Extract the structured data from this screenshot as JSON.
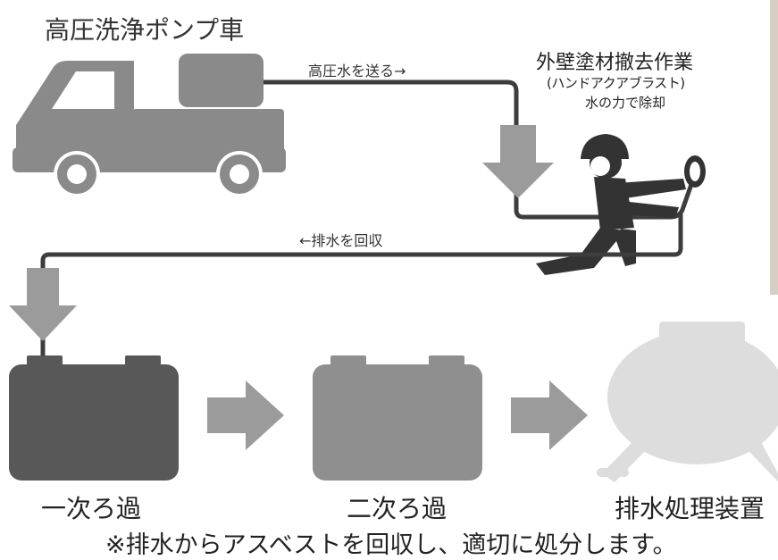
{
  "title": "高圧洗浄ポンプ車",
  "pipe_out_label": "高圧水を送る→",
  "worker": {
    "title": "外壁塗材撤去作業",
    "subtitle": "(ハンドアクアブラスト)",
    "note": "水の力で除却"
  },
  "pipe_back_label": "←排水を回収",
  "stages": [
    {
      "label": "一次ろ過"
    },
    {
      "label": "二次ろ過"
    },
    {
      "label": "排水処理装置"
    }
  ],
  "footnote": "※排水からアスベストを回収し、適切に処分します。",
  "colors": {
    "truck": "#8a8a8a",
    "pipe": "#3d3d3d",
    "arrow": "#9b9b9b",
    "tank_primary": "#585858",
    "tank_secondary": "#8f8f8f",
    "treatment_unit": "#dddddd",
    "worker": "#333333"
  }
}
